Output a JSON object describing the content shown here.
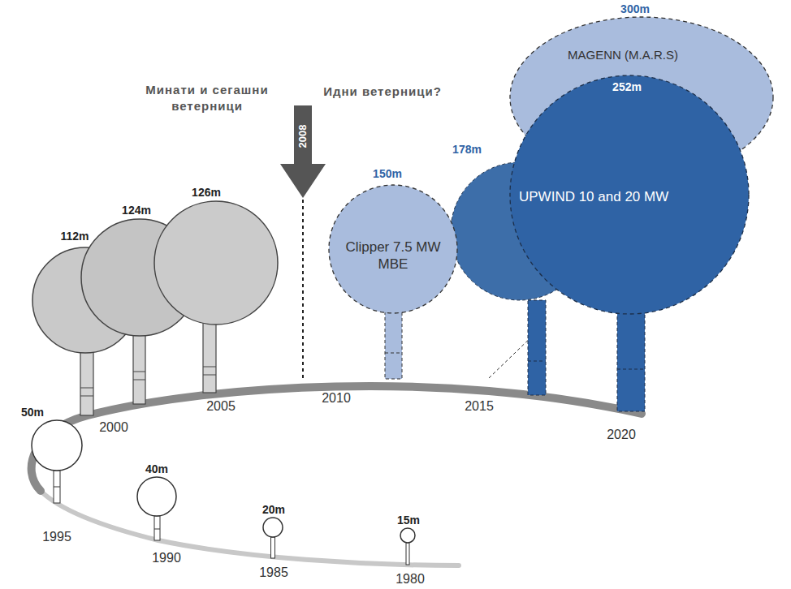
{
  "diagram": {
    "nodes": [
      {
        "text": [
          "2008"
        ]
      },
      {
        "text": [
          "Clipper 7.5 MW MBE"
        ]
      },
      {
        "text": [
          "MAGENN (M.A.R.S)"
        ]
      },
      {
        "text": [
          "UPWIND 10 and 20 MW"
        ]
      }
    ],
    "labels": [
      "Минати и сегашни ветерници",
      "Идни ветерници?",
      "15m",
      "1980",
      "20m",
      "1985",
      "40m",
      "1990",
      "50m",
      "1995",
      "112m",
      "124m",
      "2000",
      "126m",
      "2005",
      "2010",
      "150m",
      "2015",
      "178m",
      "252m",
      "300m",
      "2020"
    ]
  }
}
